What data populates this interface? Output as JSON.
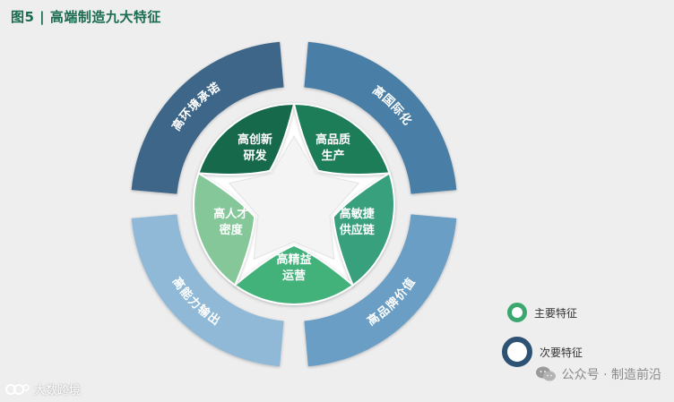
{
  "title": "图5 | 高端制造九大特征",
  "outer_ring": [
    {
      "label": "高环境承诺",
      "color": "#3e6688"
    },
    {
      "label": "高国际化",
      "color": "#4a7fa6"
    },
    {
      "label": "高品牌价值",
      "color": "#6b9ec4"
    },
    {
      "label": "高能力输出",
      "color": "#8fb9d6"
    }
  ],
  "star_segments": [
    {
      "line1": "高创新",
      "line2": "研发",
      "color": "#17694c"
    },
    {
      "line1": "高品质",
      "line2": "生产",
      "color": "#1f7d59"
    },
    {
      "line1": "高敏捷",
      "line2": "供应链",
      "color": "#38a07c"
    },
    {
      "line1": "高精益",
      "line2": "运营",
      "color": "#43b27a"
    },
    {
      "line1": "高人才",
      "line2": "密度",
      "color": "#86c79a"
    }
  ],
  "legend": [
    {
      "label": "主要特征",
      "color": "#3aa86e"
    },
    {
      "label": "次要特征",
      "color": "#2e5273"
    }
  ],
  "watermark_right": {
    "text": "公众号 · 制造前沿",
    "icon": "wechat-icon"
  },
  "watermark_left": {
    "text": "大数跨境",
    "icon": "brand-logo-icon"
  }
}
